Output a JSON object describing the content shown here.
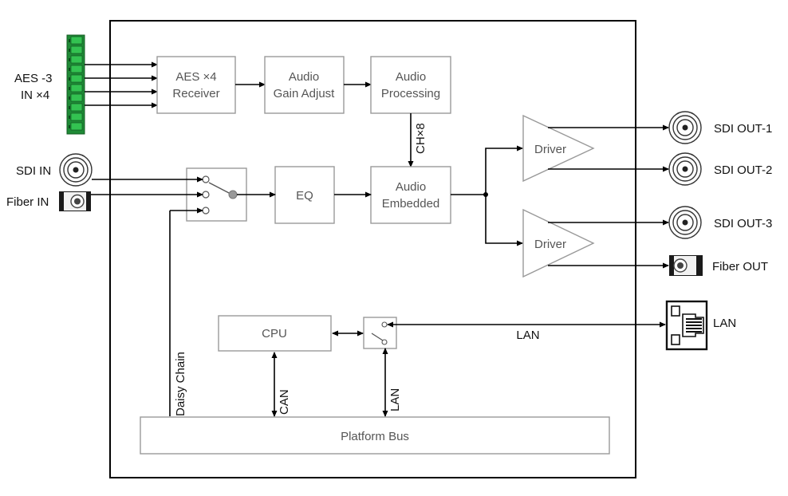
{
  "blocks": {
    "aes_receiver": [
      "AES ×4",
      "Receiver"
    ],
    "audio_gain": [
      "Audio",
      "Gain Adjust"
    ],
    "audio_processing": [
      "Audio",
      "Processing"
    ],
    "eq": "EQ",
    "audio_embedded": [
      "Audio",
      "Embedded"
    ],
    "driver_1": "Driver",
    "driver_2": "Driver",
    "cpu": "CPU",
    "platform_bus": "Platform Bus"
  },
  "ports": {
    "aes_in": [
      "AES -3",
      "IN ×4"
    ],
    "sdi_in": "SDI IN",
    "fiber_in": "Fiber IN",
    "sdi_out_1": "SDI OUT-1",
    "sdi_out_2": "SDI OUT-2",
    "sdi_out_3": "SDI OUT-3",
    "fiber_out": "Fiber OUT",
    "lan": "LAN"
  },
  "signals": {
    "ch8": "CH×8",
    "daisy_chain": "Daisy Chain",
    "can": "CAN",
    "lan_bus": "LAN",
    "lan_link": "LAN"
  },
  "colors": {
    "block_border": "#999999",
    "block_text": "#555555",
    "wire": "#000000",
    "terminal_green": "#2db34a"
  },
  "icons": {
    "aes_terminal": "terminal-block-icon",
    "bnc": "bnc-connector-icon",
    "fiber": "fiber-connector-icon",
    "rj45": "rj45-port-icon"
  }
}
